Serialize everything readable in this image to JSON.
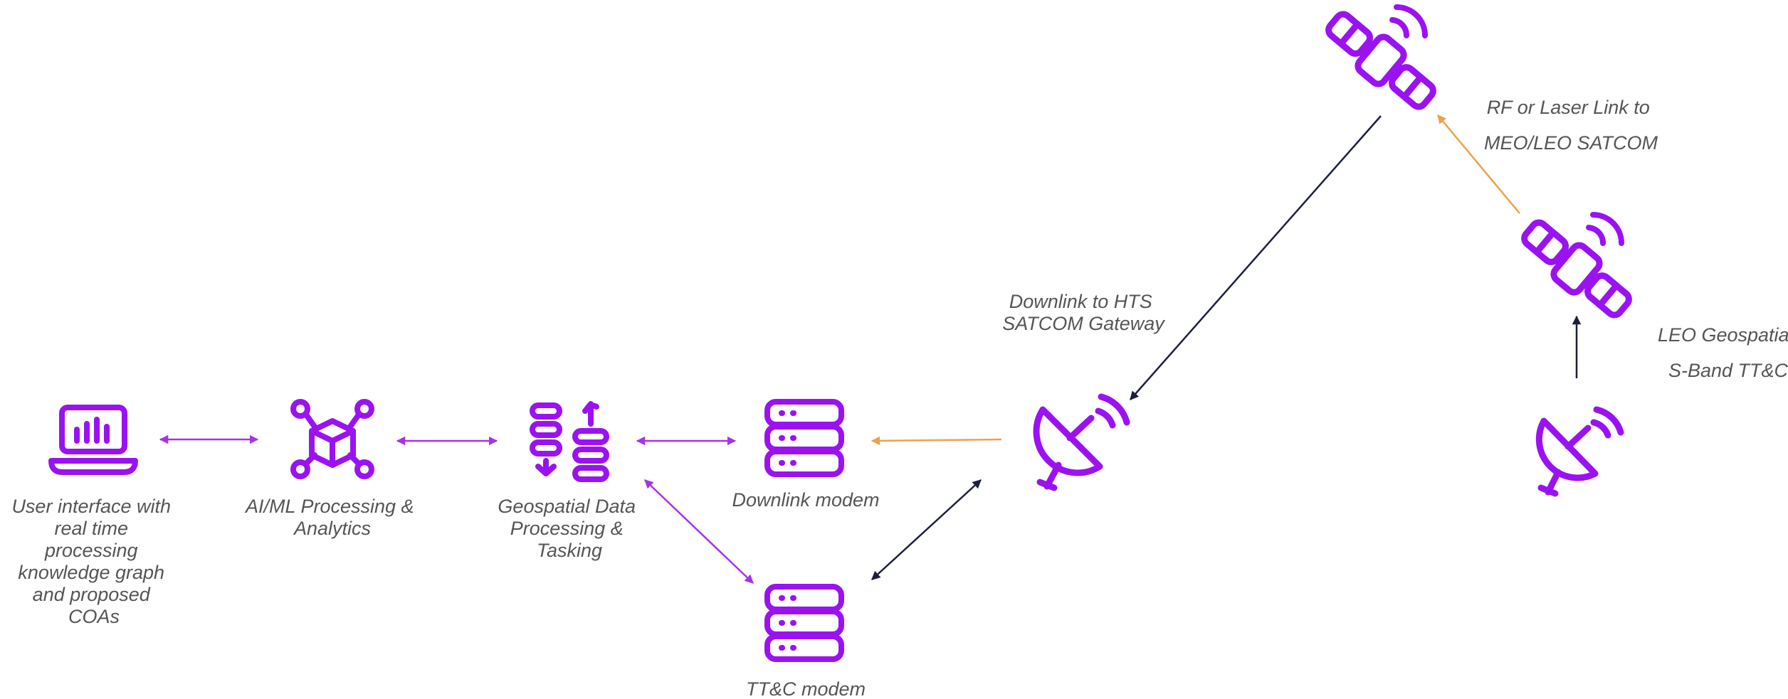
{
  "colors": {
    "icon": "#9b12f0",
    "arrow_purple": "#a632e8",
    "arrow_orange": "#f0a04a",
    "arrow_dark": "#1c1f3c",
    "text": "#555555"
  },
  "nodes": {
    "user_interface": {
      "icon": "laptop-chart-icon",
      "label_lines": [
        "User interface with",
        "real time",
        "processing",
        "knowledge graph",
        "and proposed",
        "COAs"
      ]
    },
    "ai_ml": {
      "icon": "network-cube-icon",
      "label_lines": [
        "AI/ML Processing &",
        "Analytics"
      ]
    },
    "geospatial": {
      "icon": "database-sync-icon",
      "label_lines": [
        "Geospatial Data",
        "Processing &",
        "Tasking"
      ]
    },
    "downlink_modem": {
      "icon": "server-icon",
      "label_lines": [
        "Downlink modem"
      ]
    },
    "ttc_modem": {
      "icon": "server-icon",
      "label_lines": [
        "TT&C modem"
      ]
    },
    "gateway_dish": {
      "icon": "satellite-dish-icon",
      "label_lines": [
        "Downlink to HTS",
        "SATCOM Gateway"
      ]
    },
    "satcom_satellite": {
      "icon": "satellite-icon"
    },
    "leo_satellite": {
      "icon": "satellite-icon",
      "label_lines": [
        "RF or Laser Link to",
        "MEO/LEO SATCOM"
      ]
    },
    "sband_dish": {
      "icon": "satellite-dish-icon",
      "label_lines": [
        "LEO Geospatial",
        "S-Band TT&C"
      ]
    }
  }
}
